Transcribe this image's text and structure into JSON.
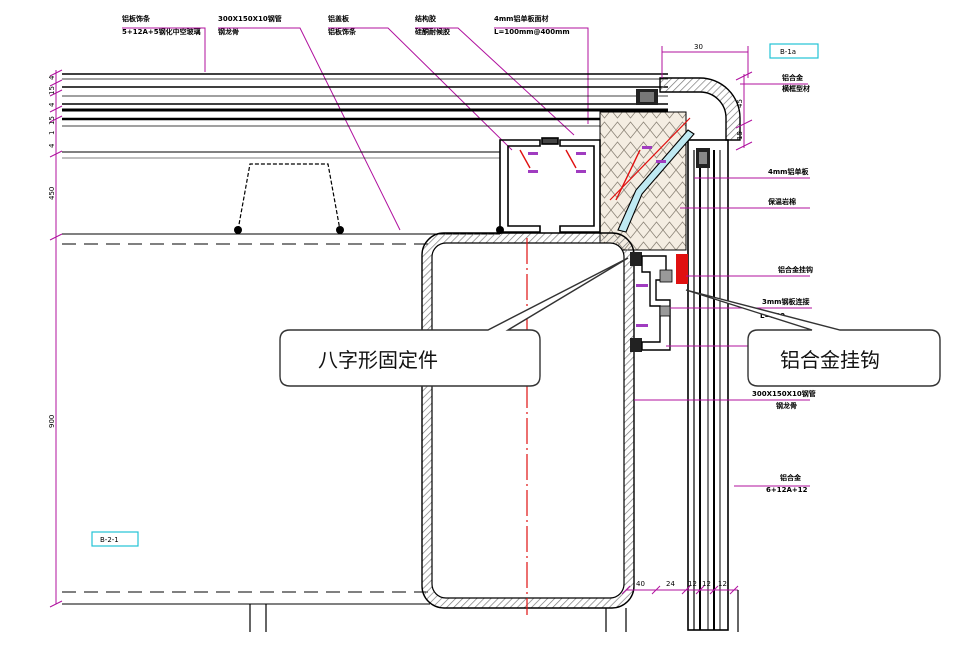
{
  "callouts": {
    "left": "八字形固定件",
    "right": "铝合金挂钩"
  },
  "tags": {
    "top_right": "B-1a",
    "bottom_left": "B-2-1"
  },
  "notes": {
    "top": [
      "铝板饰条",
      "5+12A+5钢化中空玻璃",
      "300X150X10钢管",
      "钢龙骨",
      "铝盖板",
      "铝板饰条",
      "结构胶",
      "硅酮耐候胶",
      "4mm铝单板面材",
      "L=100mm@400mm"
    ],
    "right": [
      "铝合金",
      "横框型材",
      "4mm铝单板",
      "保温岩棉",
      "铝合金挂钩",
      "3mm钢板连接",
      "L=100",
      "300X150X10钢管",
      "钢龙骨",
      "铝合金",
      "6+12A+12"
    ]
  },
  "dims": {
    "top": "30",
    "right": [
      "45",
      "15"
    ],
    "left": [
      "4",
      "15",
      "4",
      "15",
      "1",
      "4",
      "450",
      "900"
    ],
    "bottom": [
      "40",
      "24",
      "12",
      "12",
      "12"
    ]
  },
  "colors": {
    "line": "#000000",
    "magenta": "#b0119e",
    "red": "#e01010",
    "cyan": "#22c3d6",
    "hatch": "#7a7a7a",
    "insulation": "#f4ede2"
  }
}
